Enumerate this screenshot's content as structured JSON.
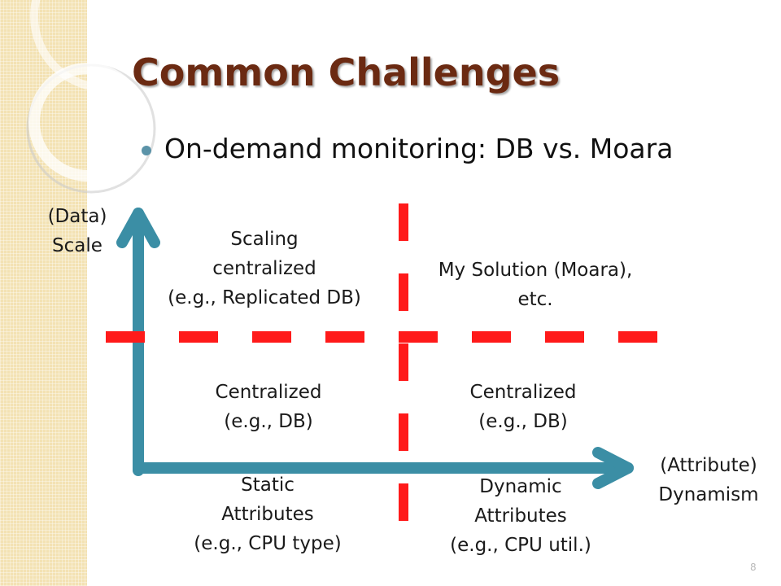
{
  "slide": {
    "title": "Common Challenges",
    "bullet": "On-demand monitoring: DB vs. Moara",
    "page_number": "8"
  },
  "diagram": {
    "y_axis": {
      "line1": "(Data)",
      "line2": "Scale"
    },
    "x_axis": {
      "line1": "(Attribute)",
      "line2": "Dynamism"
    },
    "quadrants": {
      "top_left": [
        "Scaling",
        "centralized",
        "(e.g., Replicated DB)"
      ],
      "top_right": [
        "My Solution (Moara),",
        "etc."
      ],
      "bottom_left": [
        "Centralized",
        "(e.g., DB)"
      ],
      "bottom_right": [
        "Centralized",
        "(e.g., DB)"
      ]
    },
    "x_categories": {
      "left": [
        "Static",
        "Attributes",
        "(e.g., CPU type)"
      ],
      "right": [
        "Dynamic",
        "Attributes",
        "(e.g., CPU util.)"
      ]
    },
    "colors": {
      "axis": "#3b8ea5",
      "divider": "#ff1a1a",
      "title": "#6b2a12",
      "bullet": "#5b93a8"
    }
  }
}
